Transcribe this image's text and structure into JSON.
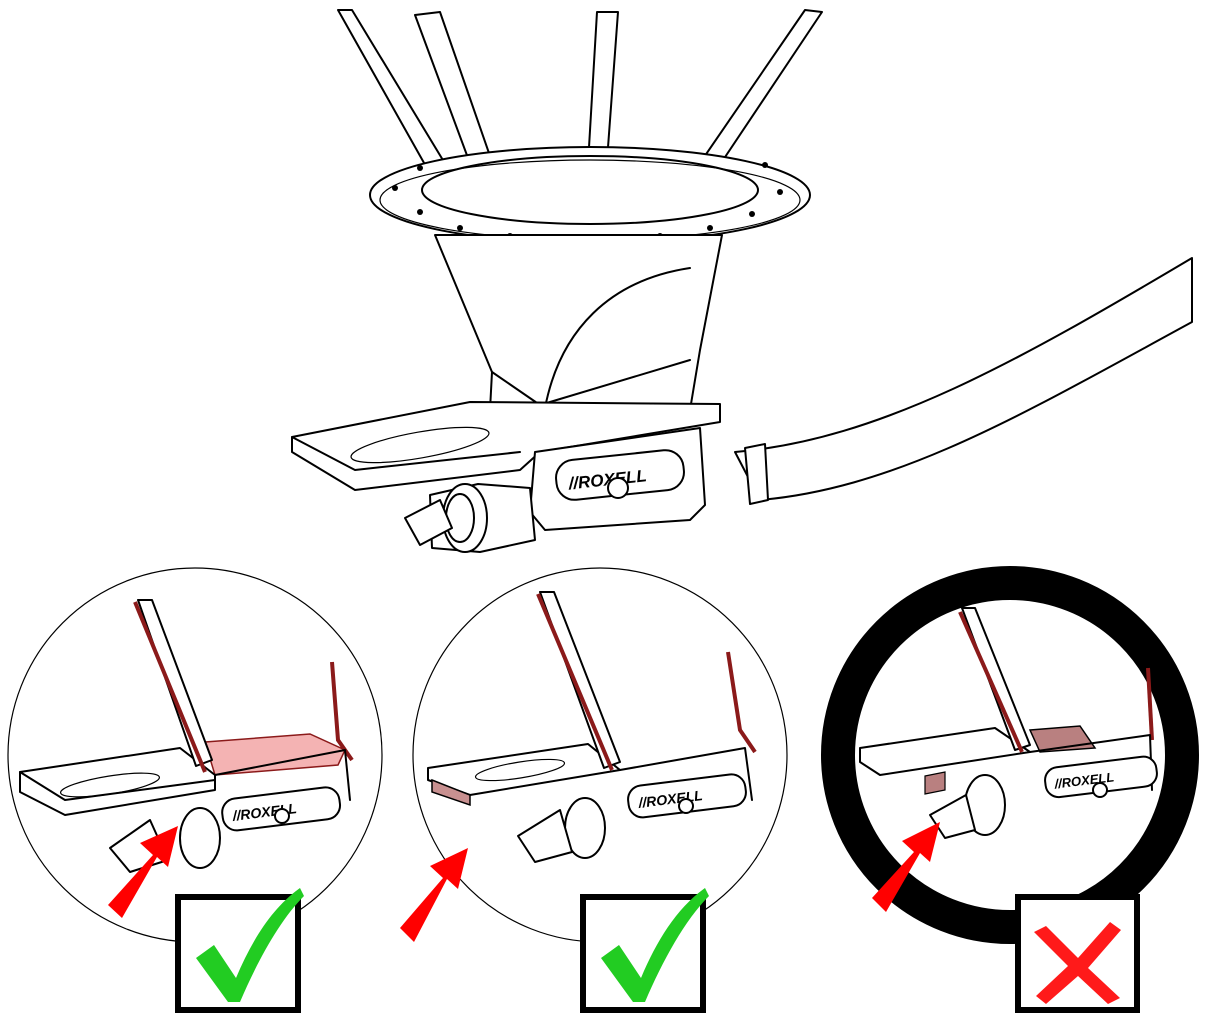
{
  "brand": {
    "logo_text": "//ROXELL"
  },
  "details": [
    {
      "id": "detail-1",
      "status": "correct",
      "status_icon": "checkmark-icon"
    },
    {
      "id": "detail-2",
      "status": "correct",
      "status_icon": "checkmark-icon"
    },
    {
      "id": "detail-3",
      "status": "incorrect",
      "status_icon": "cross-icon"
    }
  ],
  "colors": {
    "arrow": "#ff0000",
    "check": "#22cc22",
    "cross": "#ff1a1a",
    "highlight": "#f4b3b3",
    "highlight_dark": "#b98080",
    "edge_dark_red": "#8b1a1a",
    "line": "#000000"
  }
}
